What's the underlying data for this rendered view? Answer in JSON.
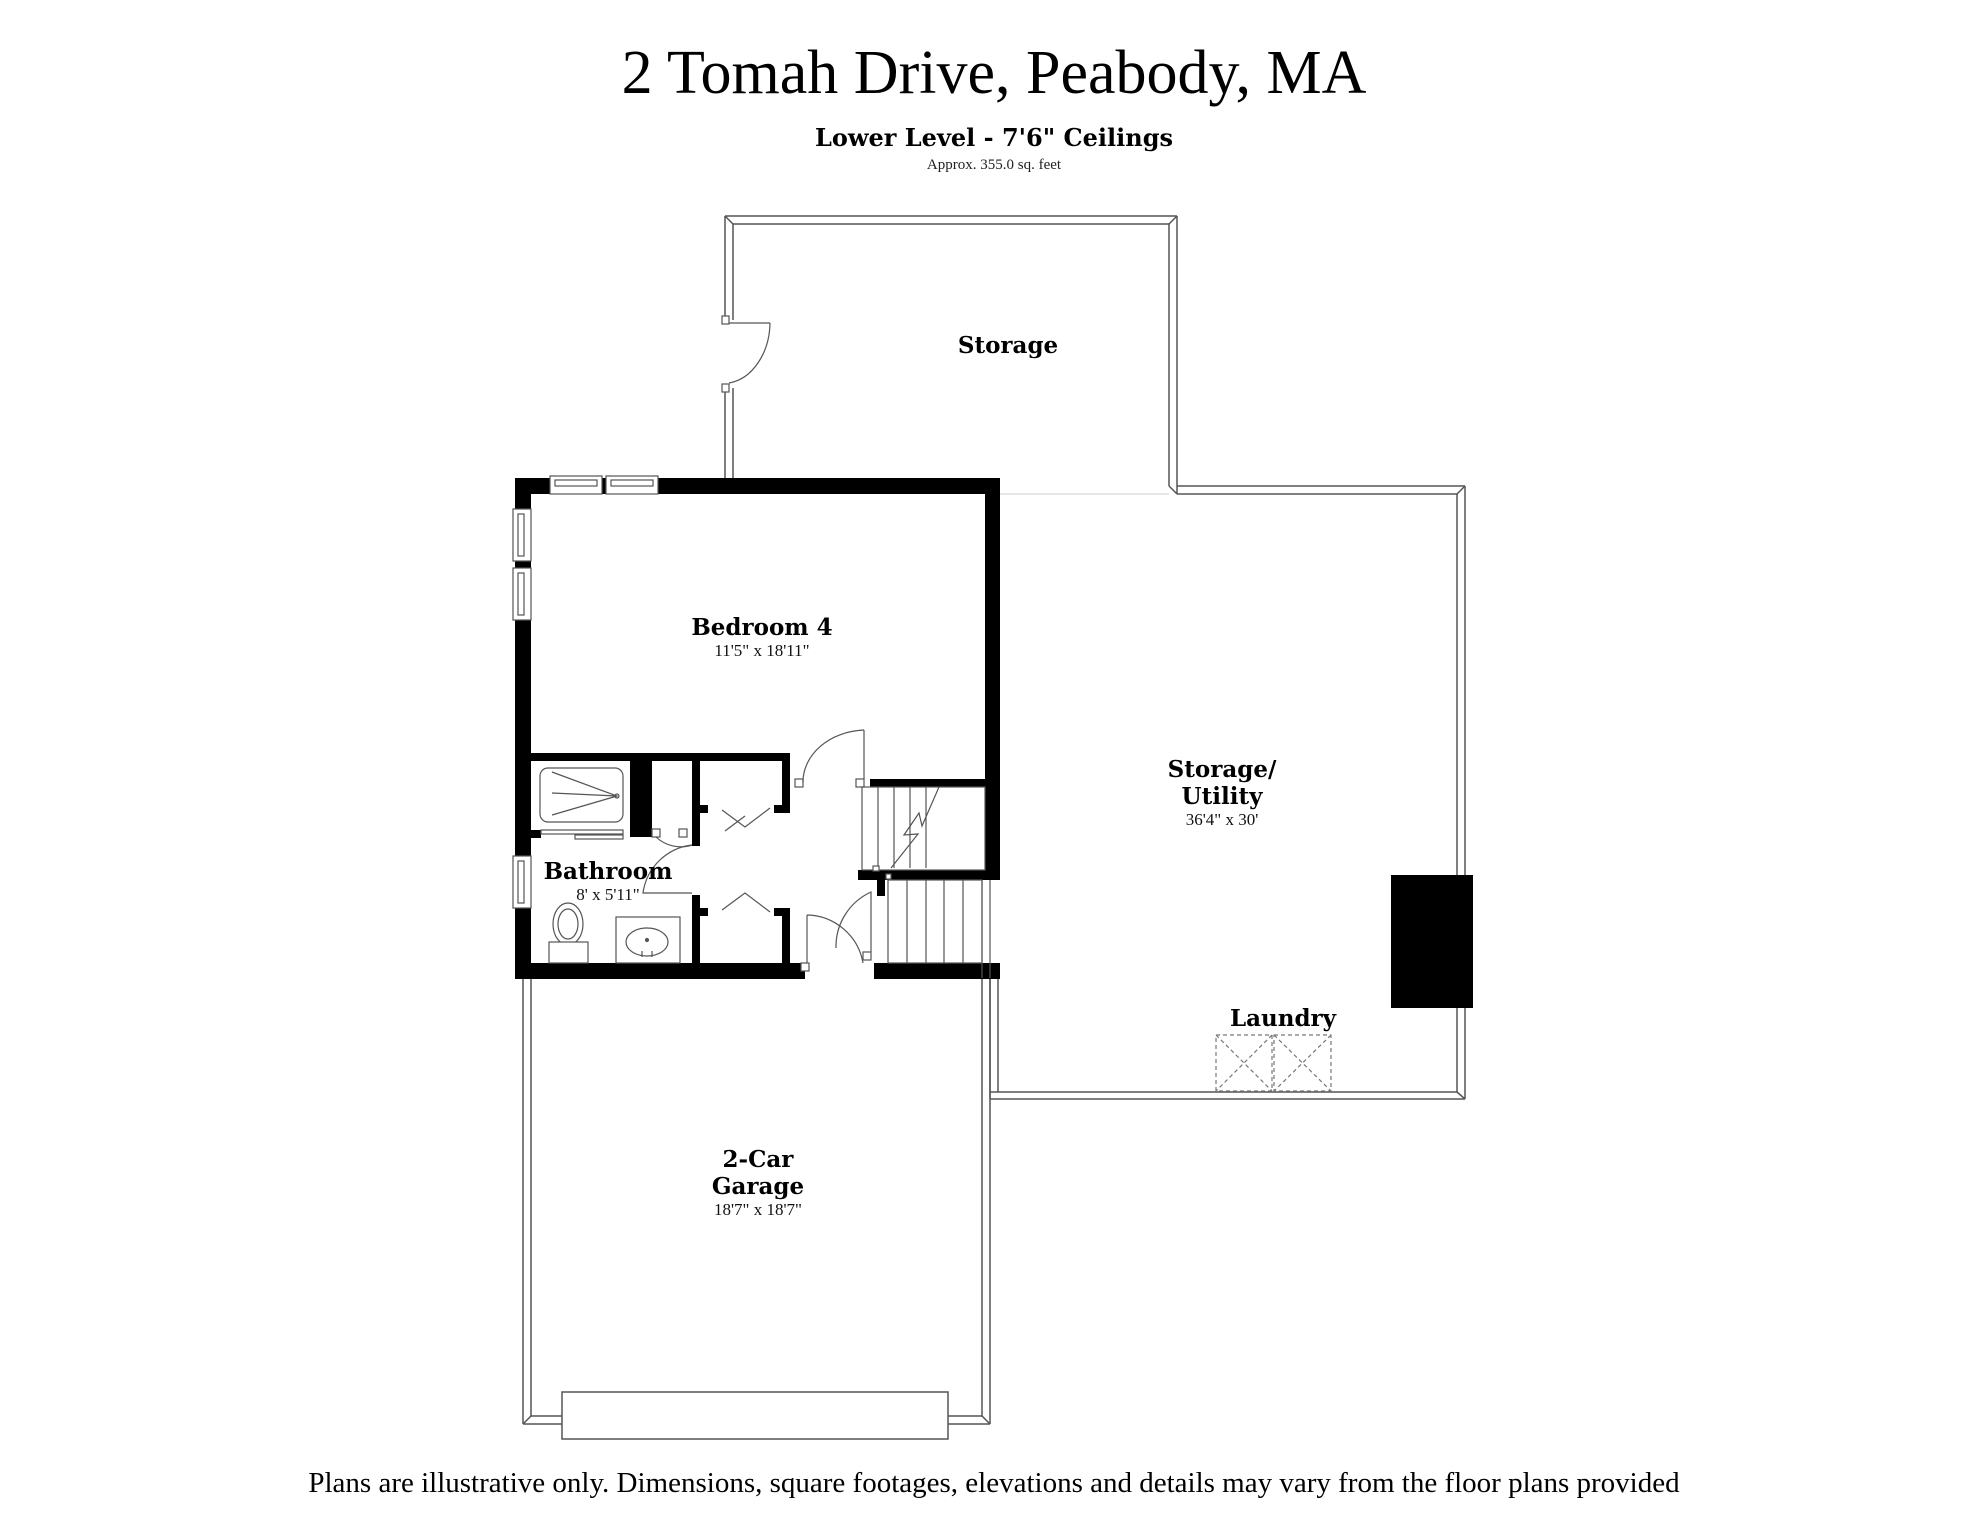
{
  "header": {
    "title": "2 Tomah Drive, Peabody, MA",
    "level": "Lower Level - 7'6\" Ceilings",
    "area": "Approx. 355.0 sq. feet"
  },
  "rooms": {
    "storage": {
      "name": "Storage"
    },
    "bedroom": {
      "name": "Bedroom 4",
      "dimensions": "11'5\" x 18'11\""
    },
    "bathroom": {
      "name": "Bathroom",
      "dimensions": "8' x 5'11\""
    },
    "utility": {
      "name_line1": "Storage/",
      "name_line2": "Utility",
      "dimensions": "36'4\" x 30'"
    },
    "laundry": {
      "name": "Laundry"
    },
    "garage": {
      "name_line1": "2-Car",
      "name_line2": "Garage",
      "dimensions": "18'7\" x 18'7\""
    }
  },
  "footer": {
    "disclaimer": "Plans are illustrative only. Dimensions, square footages, elevations and details may vary from the floor plans provided"
  },
  "colors": {
    "wall_thick": "#000000",
    "wall_thin": "#555555",
    "background": "#ffffff"
  }
}
